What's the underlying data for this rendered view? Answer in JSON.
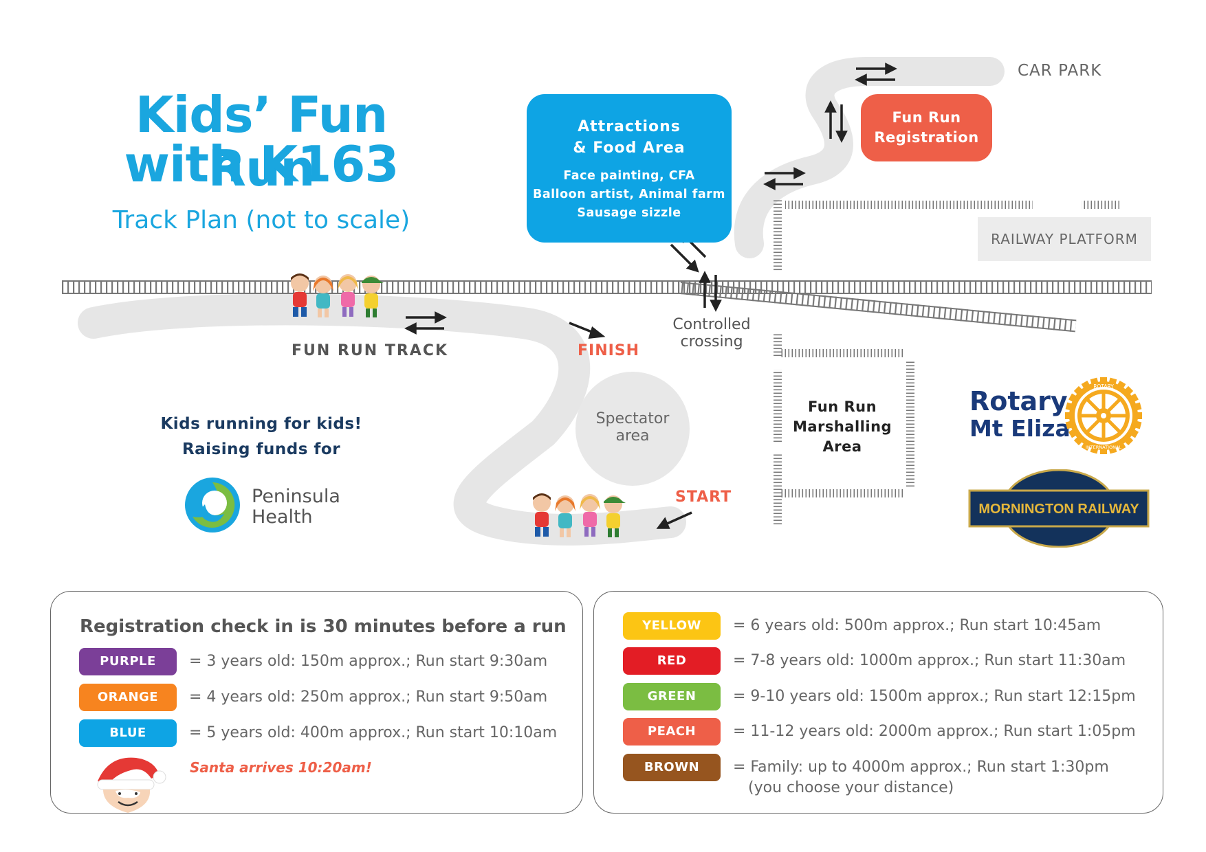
{
  "title": {
    "line1": "Kids’ Fun Run",
    "line2": "with K163",
    "subtitle": "Track Plan (not to scale)"
  },
  "map": {
    "attractions": {
      "title": "Attractions\n& Food Area",
      "details": "Face painting, CFA\nBalloon artist, Animal farm\nSausage sizzle"
    },
    "registration_box": "Fun Run\nRegistration",
    "car_park": "CAR PARK",
    "railway_platform": "RAILWAY PLATFORM",
    "fun_run_track": "FUN RUN TRACK",
    "finish": "FINISH",
    "start": "START",
    "controlled_crossing": "Controlled\ncrossing",
    "spectator_area": "Spectator\narea",
    "marshalling_area": "Fun Run\nMarshalling\nArea"
  },
  "sponsors": {
    "kids_line1": "Kids running for kids!",
    "kids_line2": "Raising funds for",
    "peninsula_health": "Peninsula\nHealth",
    "rotary_line1": "Rotary",
    "rotary_line2": "Mt Eliza",
    "rotary_ring_top": "ROTARY",
    "rotary_ring_bottom": "INTERNATIONAL",
    "mornington_railway": "MORNINGTON RAILWAY"
  },
  "schedule": {
    "heading": "Registration check in is 30 minutes before a run",
    "left_rows": [
      {
        "label": "PURPLE",
        "color": "#7b3f98",
        "text": "= 3 years old: 150m approx.; Run start 9:30am"
      },
      {
        "label": "ORANGE",
        "color": "#f7841f",
        "text": "= 4 years old: 250m approx.; Run start 9:50am"
      },
      {
        "label": "BLUE",
        "color": "#0ea4e4",
        "text": "= 5 years old: 400m approx.; Run start 10:10am"
      }
    ],
    "santa_note": "Santa arrives 10:20am!",
    "right_rows": [
      {
        "label": "YELLOW",
        "color": "#fcc514",
        "text": "= 6 years old: 500m approx.; Run start 10:45am"
      },
      {
        "label": "RED",
        "color": "#e31d25",
        "text": "= 7-8 years old: 1000m approx.; Run start 11:30am"
      },
      {
        "label": "GREEN",
        "color": "#7bbd42",
        "text": "= 9-10 years old: 1500m approx.; Run start 12:15pm"
      },
      {
        "label": "PEACH",
        "color": "#ee5f48",
        "text": "= 11-12 years old: 2000m approx.; Run start 1:05pm"
      },
      {
        "label": "BROWN",
        "color": "#96551f",
        "text": "= Family: up to 4000m approx.; Run start 1:30pm",
        "text2": "(you choose your distance)"
      }
    ]
  },
  "colors": {
    "brand_blue": "#1aa6df",
    "peach": "#ee5f48",
    "navy": "#1a3a60",
    "track_grey": "#e6e6e6"
  },
  "icons": [
    "two-way-arrow-icon",
    "direction-arrow-icon",
    "kids-running-illustration",
    "santa-icon",
    "peninsula-health-logo",
    "rotary-wheel-logo",
    "mornington-railway-logo"
  ]
}
